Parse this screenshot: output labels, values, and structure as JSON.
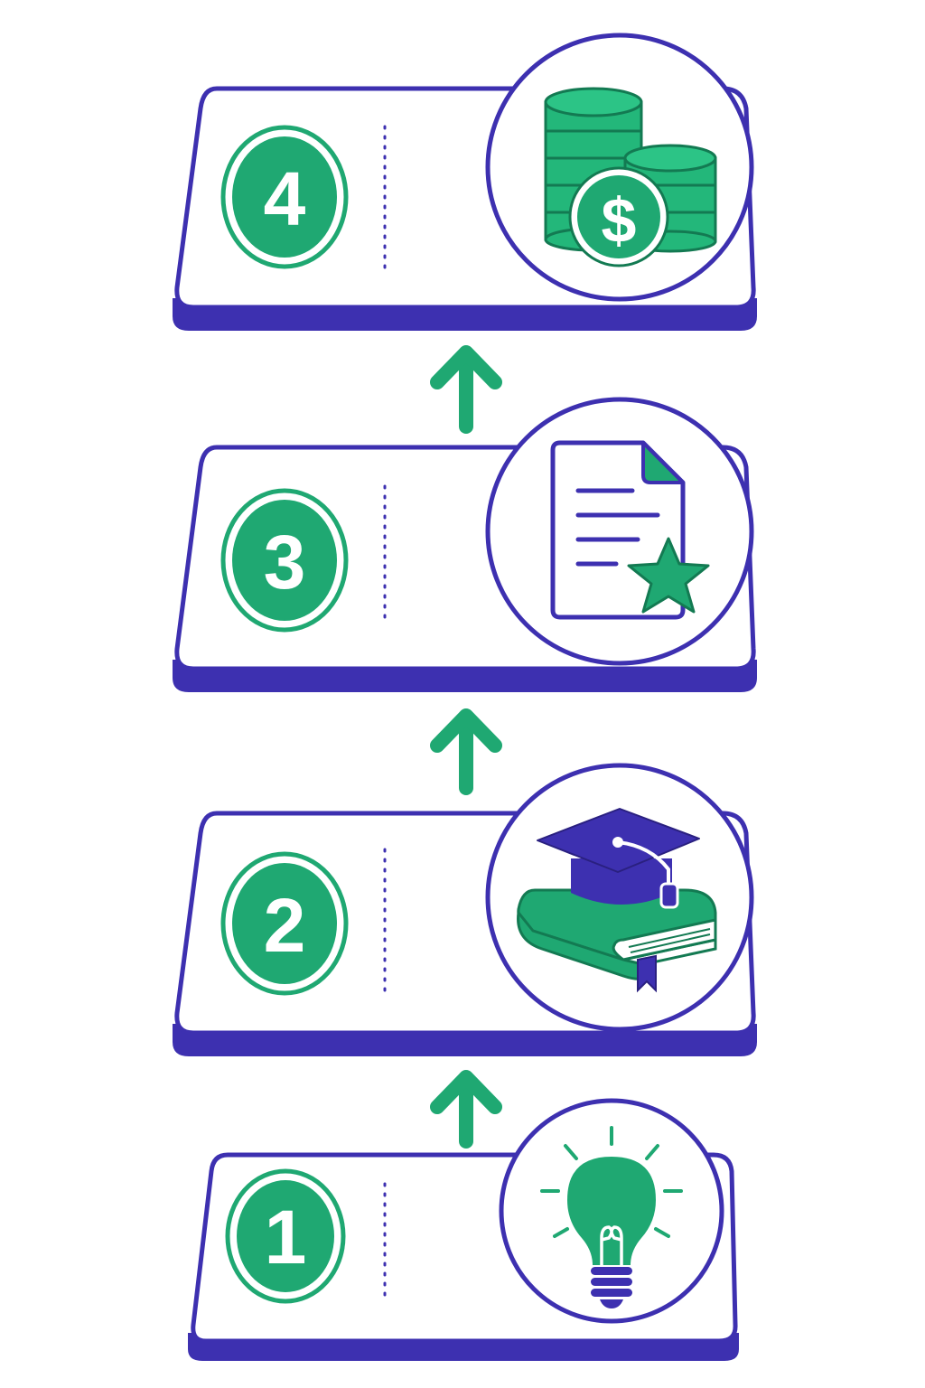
{
  "colors": {
    "purple": "#3d30b0",
    "green": "#1fa872",
    "green_light": "#23b77a",
    "green_dark": "#137a52",
    "white": "#ffffff"
  },
  "steps": [
    {
      "number": "1",
      "icon": "lightbulb-icon"
    },
    {
      "number": "2",
      "icon": "graduation-cap-book-icon"
    },
    {
      "number": "3",
      "icon": "document-star-icon"
    },
    {
      "number": "4",
      "icon": "coins-dollar-icon"
    }
  ],
  "coin_symbol": "$"
}
